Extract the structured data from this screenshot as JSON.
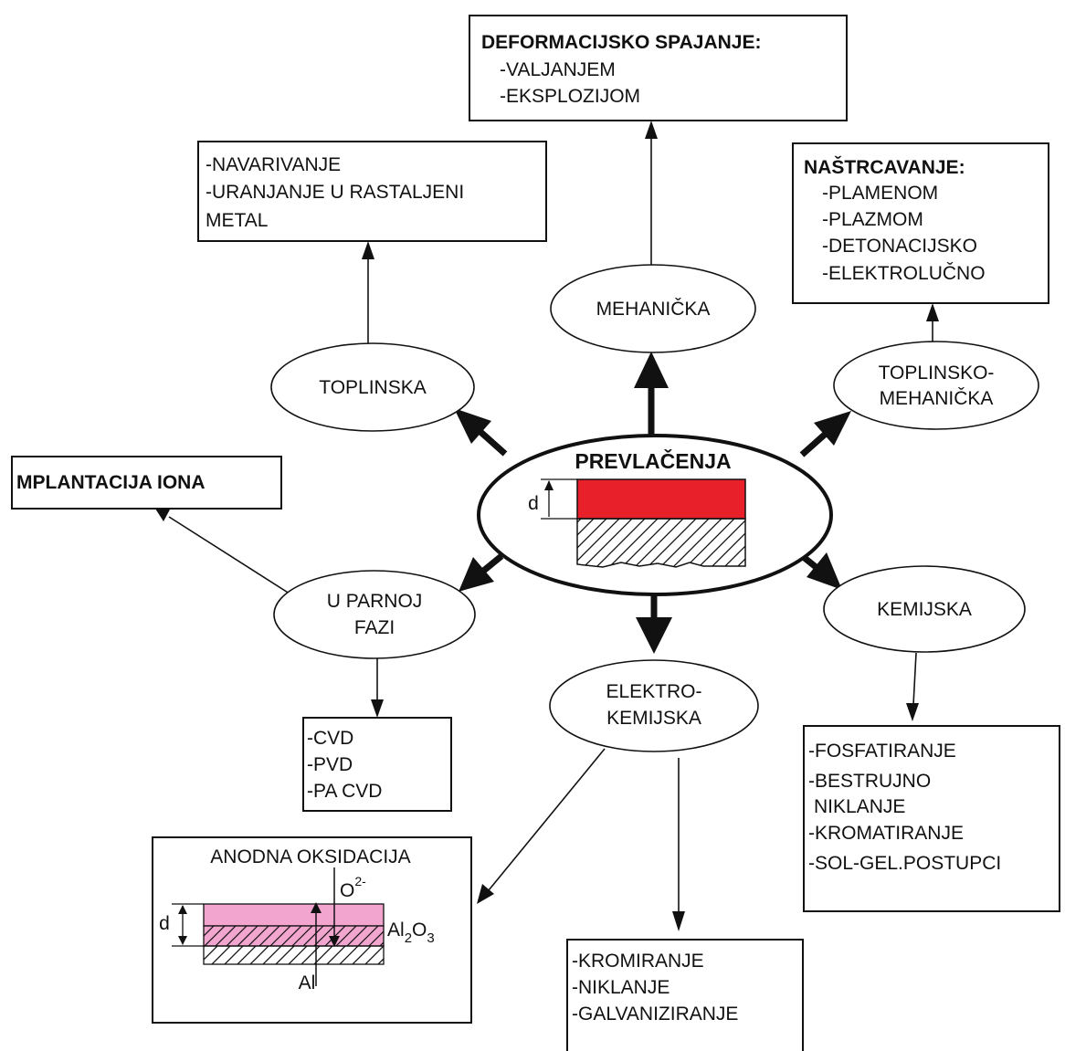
{
  "center": {
    "title": "PREVLAČENJA",
    "dim": "d"
  },
  "nodes": {
    "mehanicka": "MEHANIČKA",
    "toplinska": "TOPLINSKA",
    "toplinsko_mehanicka": [
      "TOPLINSKO-",
      "MEHANIČKA"
    ],
    "u_parnoj_fazi": [
      "U PARNOJ",
      "FAZI"
    ],
    "elektrokemijska": [
      "ELEKTRO-",
      "KEMIJSKA"
    ],
    "kemijska": "KEMIJSKA"
  },
  "boxes": {
    "deformacijsko": {
      "title": "DEFORMACIJSKO SPAJANJE:",
      "items": [
        "-VALJANJEM",
        "-EKSPLOZIJOM"
      ]
    },
    "navarivanje": {
      "items": [
        "-NAVARIVANJE",
        "-URANJANJE U RASTALJENI",
        "METAL"
      ]
    },
    "nastrcavanje": {
      "title": "NAŠTRCAVANJE:",
      "items": [
        "-PLAMENOM",
        "-PLAZMOM",
        "-DETONACIJSKO",
        "-ELEKTROLUČNO"
      ]
    },
    "implantacija": {
      "title": "MPLANTACIJA IONA"
    },
    "cvd": {
      "items": [
        "-CVD",
        "-PVD",
        "-PA CVD"
      ]
    },
    "anodna": {
      "title": "ANODNA OKSIDACIJA",
      "oxygen": "O",
      "oxygen_sup": "2-",
      "oxide_al": "Al",
      "oxide_sub2": "2",
      "oxide_o": "O",
      "oxide_sub3": "3",
      "metal": "Al",
      "dim": "d"
    },
    "galvan": {
      "items": [
        "-KROMIRANJE",
        "-NIKLANJE",
        "-GALVANIZIRANJE"
      ]
    },
    "kemijski_postupci": {
      "items": [
        "-FOSFATIRANJE",
        "-BESTRUJNO",
        "NIKLANJE",
        "-KROMATIRANJE",
        "-SOL-GEL.POSTUPCI"
      ]
    }
  },
  "colors": {
    "coating_red": "#e8202a",
    "oxide_pink": "#f2a6cf",
    "line": "#111111"
  }
}
